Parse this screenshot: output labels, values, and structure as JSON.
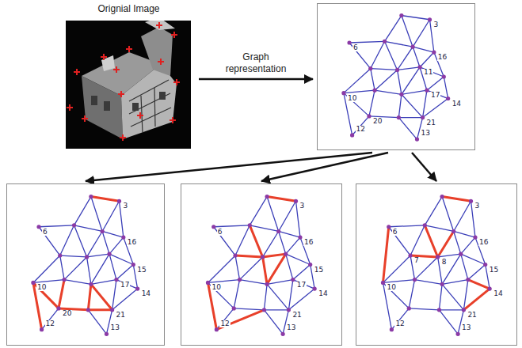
{
  "diagram": {
    "nodes": [
      {
        "text": [
          "Orignial Image"
        ]
      },
      {
        "text": [
          "3",
          "6",
          "10",
          "11",
          "12",
          "13",
          "14",
          "16",
          "17",
          "20",
          "21"
        ]
      },
      {
        "text": [
          "3",
          "6",
          "10",
          "12",
          "13",
          "14",
          "15",
          "16",
          "17",
          "20",
          "21"
        ]
      },
      {
        "text": [
          "3",
          "6",
          "10",
          "12",
          "13",
          "14",
          "15",
          "16",
          "17",
          "21"
        ]
      },
      {
        "text": [
          "3",
          "6",
          "7",
          "8",
          "10",
          "12",
          "13",
          "14",
          "15",
          "16",
          "21"
        ]
      }
    ],
    "edges": [
      {
        "from": 0,
        "to": 1,
        "arrow": "to",
        "label": "Graph representation"
      },
      {
        "from": 1,
        "to": 2,
        "arrow": "to"
      },
      {
        "from": 1,
        "to": 3,
        "arrow": "to"
      },
      {
        "from": 1,
        "to": 4,
        "arrow": "to"
      }
    ]
  }
}
